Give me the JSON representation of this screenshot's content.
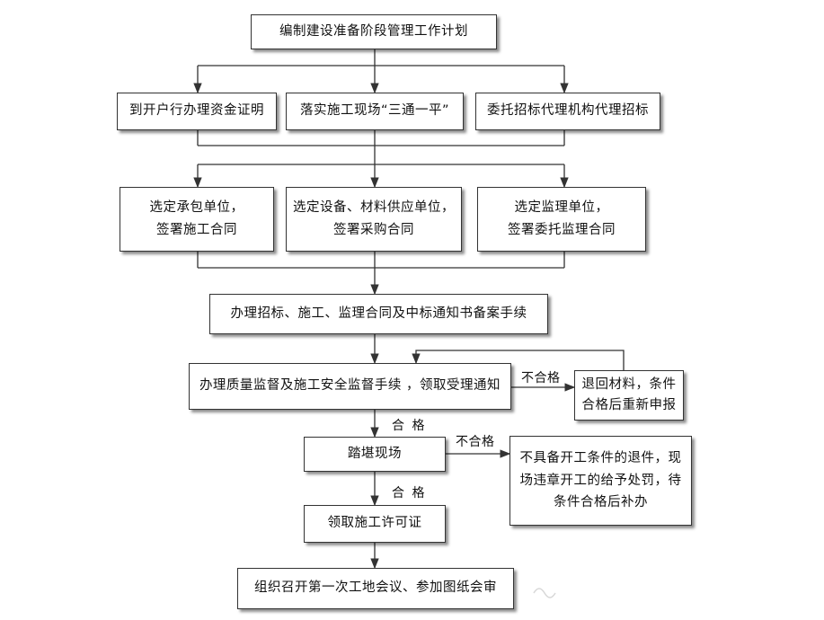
{
  "diagram": {
    "steps": {
      "plan": "编制建设准备阶段管理工作计划",
      "fund": "到开户行办理资金证明",
      "site": "落实施工现场“三通一平”",
      "agent": "委托招标代理机构代理招标",
      "contractor_l1": "选定承包单位，",
      "contractor_l2": "签署施工合同",
      "supplier_l1": "选定设备、材料供应单位，",
      "supplier_l2": "签署采购合同",
      "supervisor_l1": "选定监理单位，",
      "supervisor_l2": "签署委托监理合同",
      "filing": "办理招标、施工、监理合同及中标通知书备案手续",
      "supervision": "办理质量监督及施工安全监督手续 ，领取受理通知",
      "return_l1": "退回材料，条件",
      "return_l2": "合格后重新申报",
      "survey": "踏堪现场",
      "reject_l1": "不具备开工条件的退件，现",
      "reject_l2": "场违章开工的给予处罚，待",
      "reject_l3": "条件合格后补办",
      "permit": "领取施工许可证",
      "meeting": "组织召开第一次工地会议、参加图纸会审"
    },
    "labels": {
      "fail_1": "不合格",
      "pass_1": "合 格",
      "fail_2": "不合格",
      "pass_2": "合 格"
    },
    "colors": {
      "line": "#333333",
      "border": "#333333",
      "shadow": "#888888"
    }
  }
}
